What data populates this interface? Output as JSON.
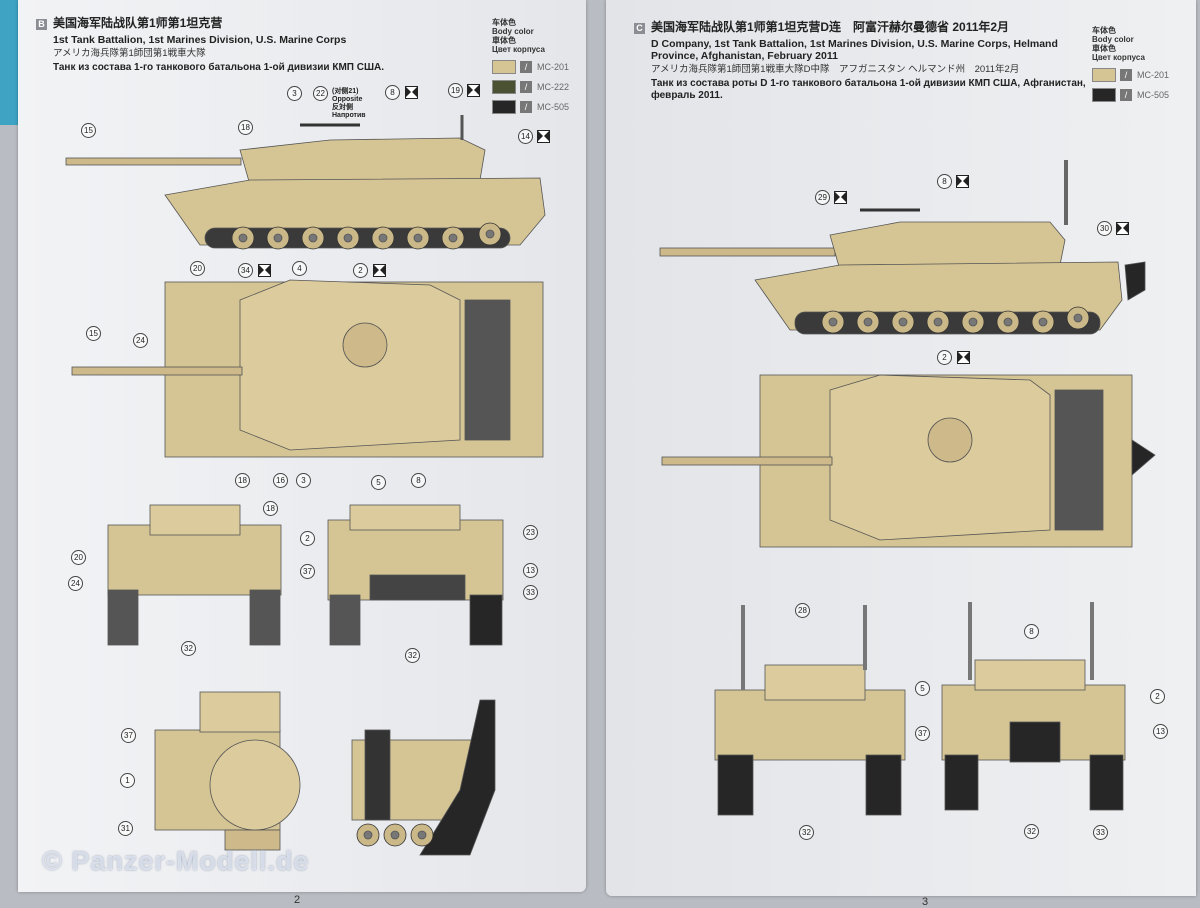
{
  "left_page": {
    "scheme_letter": "B",
    "title_cn": "美国海军陆战队第1师第1坦克营",
    "title_en": "1st Tank Battalion, 1st Marines Division, U.S. Marine Corps",
    "title_jp": "アメリカ海兵隊第1師団第1戦車大隊",
    "title_ru": "Танк из состава 1-го танкового батальона 1-ой дивизии  КМП США.",
    "legend": {
      "h_cn": "车体色",
      "h_en": "Body color",
      "h_jp": "車体色",
      "h_ru": "Цвет корпуса",
      "colors": [
        {
          "code": "MC-201",
          "hex": "#d6c594"
        },
        {
          "code": "MC-222",
          "hex": "#4b5234"
        },
        {
          "code": "MC-505",
          "hex": "#262626"
        }
      ]
    },
    "opposite_note": {
      "cn": "(对侧21)",
      "en": "Opposite",
      "jp": "反対側",
      "ru": "Напротив"
    },
    "callouts": [
      "15",
      "18",
      "3",
      "22",
      "8",
      "19",
      "14",
      "34",
      "2",
      "20",
      "4",
      "15",
      "24",
      "18",
      "16",
      "3",
      "18",
      "5",
      "8",
      "2",
      "23",
      "20",
      "24",
      "37",
      "13",
      "33",
      "32",
      "32",
      "37",
      "1",
      "31"
    ],
    "page_number": "2"
  },
  "right_page": {
    "scheme_letter": "C",
    "title_cn": "美国海军陆战队第1师第1坦克营D连　阿富汗赫尔曼德省  2011年2月",
    "title_en": "D Company, 1st Tank Battalion, 1st Marines Division, U.S. Marine Corps, Helmand Province, Afghanistan,  February 2011",
    "title_jp": "アメリカ海兵隊第1師団第1戦車大隊D中隊　アフガニスタン ヘルマンド州　2011年2月",
    "title_ru": "Танк из состава роты D 1-го танкового батальона 1-ой дивизии КМП США, Афганистан, февраль 2011.",
    "legend": {
      "h_cn": "车体色",
      "h_en": "Body color",
      "h_jp": "車体色",
      "h_ru": "Цвет корпуса",
      "colors": [
        {
          "code": "MC-201",
          "hex": "#d6c594"
        },
        {
          "code": "MC-505",
          "hex": "#262626"
        }
      ]
    },
    "callouts": [
      "8",
      "29",
      "30",
      "2",
      "28",
      "8",
      "5",
      "2",
      "37",
      "13",
      "32",
      "32",
      "33"
    ],
    "page_number": "3"
  },
  "watermark": "© Panzer-Modell.de"
}
